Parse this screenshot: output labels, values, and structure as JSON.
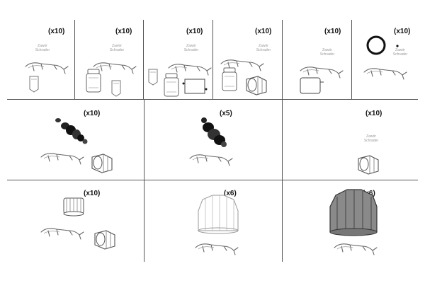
{
  "sheet": {
    "row1": [
      {
        "qty": "(x10)",
        "note": "Zawór\nSchrader"
      },
      {
        "qty": "(x10)",
        "note": "Zawór\nSchrader"
      },
      {
        "qty": "(x10)",
        "note": "Zawór\nSchrader"
      },
      {
        "qty": "(x10)",
        "note": "Zawór\nSchrader"
      },
      {
        "qty": "(x10)",
        "note": "Zawór\nSchrader"
      },
      {
        "qty": "(x10)",
        "note": "Zawór\nSchrader"
      }
    ],
    "row2": [
      {
        "qty": "(x10)"
      },
      {
        "qty": "(x5)"
      },
      {
        "qty": "(x10)",
        "note": "Zawór\nSchrader"
      }
    ],
    "row3": [
      {
        "qty": "(x10)"
      },
      {
        "qty": "(x6)"
      },
      {
        "qty": "(x6)"
      }
    ]
  },
  "icons": {
    "valve": "valve-core-icon",
    "cap": "valve-cap-icon",
    "jar": "container-icon",
    "box": "box-icon",
    "oring": "o-ring-icon",
    "adapter": "adapter-icon",
    "tool": "valve-core-tool-icon"
  }
}
